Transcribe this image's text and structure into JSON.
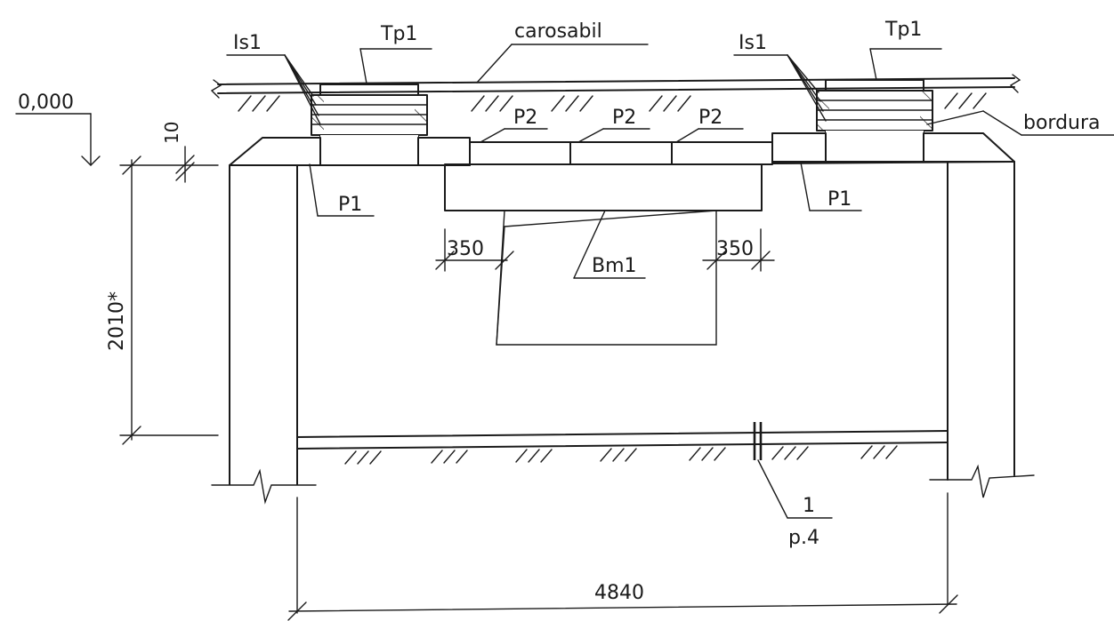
{
  "labels": {
    "carosabil": "carosabil",
    "tp1_left": "Tp1",
    "tp1_right": "Tp1",
    "is1_left": "Is1",
    "is1_right": "Is1",
    "elevation": "0,000",
    "dim_10": "10",
    "p2_a": "P2",
    "p2_b": "P2",
    "p2_c": "P2",
    "bordura": "bordura",
    "p1_left": "P1",
    "p1_right": "P1",
    "dim_350_left": "350",
    "dim_350_right": "350",
    "bm1": "Bm1",
    "dim_height": "2010*",
    "section_num": "1",
    "section_ref": "p.4",
    "dim_width": "4840"
  }
}
